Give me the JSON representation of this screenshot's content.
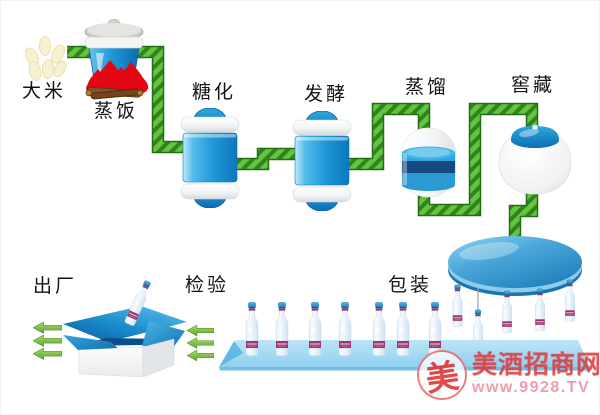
{
  "diagram": {
    "stages": [
      {
        "id": "rice",
        "label": "大米"
      },
      {
        "id": "steaming",
        "label": "蒸饭"
      },
      {
        "id": "saccharification",
        "label": "糖化"
      },
      {
        "id": "fermentation",
        "label": "发酵"
      },
      {
        "id": "distillation",
        "label": "蒸馏"
      },
      {
        "id": "cellaring",
        "label": "窖藏"
      },
      {
        "id": "shipping",
        "label": "出厂"
      },
      {
        "id": "inspection",
        "label": "检验"
      },
      {
        "id": "packaging",
        "label": "包装"
      }
    ],
    "flow_order": [
      "大米",
      "蒸饭",
      "糖化",
      "发酵",
      "蒸馏",
      "窖藏",
      "包装",
      "检验",
      "出厂"
    ],
    "colors": {
      "pipe_green": "#64c33f",
      "pipe_stripe_dark": "#2f8420",
      "tank_blue": "#1f9ad8",
      "dark_navy_band": "#15497f",
      "conveyor_blue": "#a9dcf5",
      "flame_red": "#e30613",
      "arrow_green": "#7cc143",
      "bottle_label_maroon": "#9c3572"
    }
  },
  "watermark": {
    "logo_char": "美",
    "site_name": "美酒招商网",
    "site_url": "www.9928.TV",
    "brand_red": "#e23939"
  }
}
